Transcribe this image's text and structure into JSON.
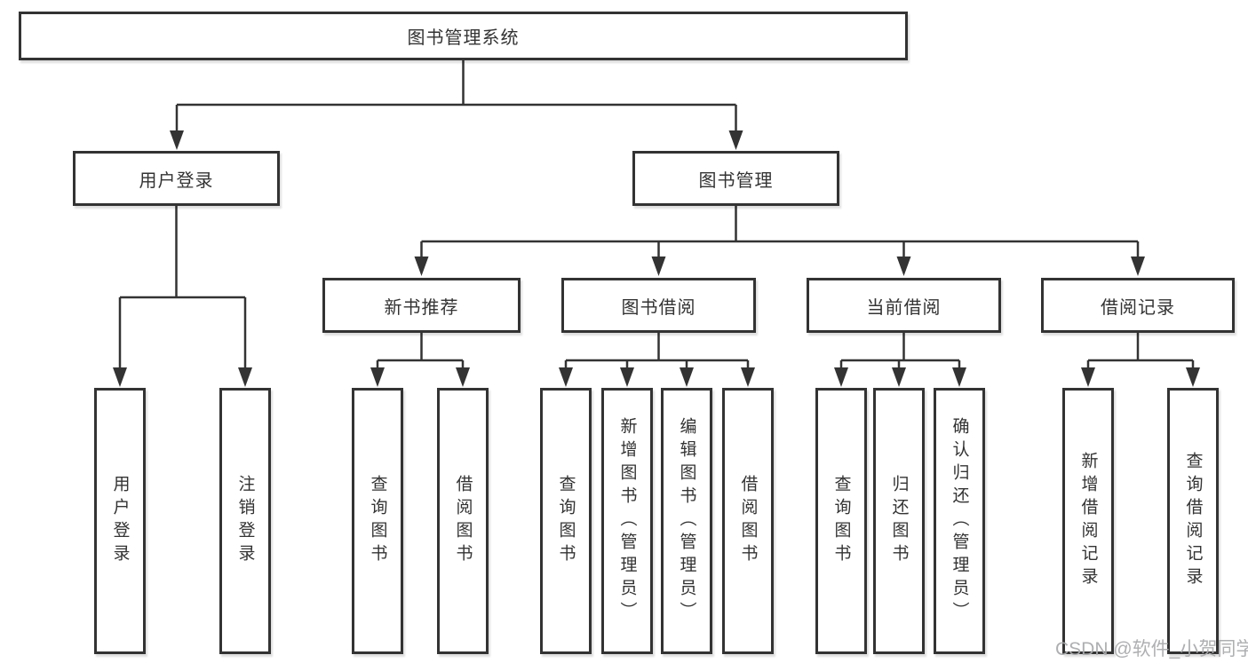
{
  "nodes": {
    "root": "图书管理系统",
    "user_login": "用户登录",
    "book_management": "图书管理",
    "new_book_recommend": "新书推荐",
    "book_borrowing": "图书借阅",
    "current_borrowing": "当前借阅",
    "borrowing_records": "借阅记录",
    "leaf_user_login": "用户登录",
    "leaf_logout_login": "注销登录",
    "rec_query_books": "查询图书",
    "rec_borrow_books": "借阅图书",
    "bb_query_books": "查询图书",
    "bb_add_books_admin": "新增图书（管理员）",
    "bb_edit_books_admin": "编辑图书（管理员）",
    "bb_borrow_books": "借阅图书",
    "cb_query_books": "查询图书",
    "cb_return_books": "归还图书",
    "cb_confirm_return_admin": "确认归还（管理员）",
    "br_add_record": "新增借阅记录",
    "br_query_record": "查询借阅记录"
  },
  "watermark": "CSDN @软件_小贺同学",
  "colors": {
    "line": "#333333",
    "box_border": "#333333",
    "text": "#333333",
    "watermark": "#aaabad",
    "background": "#ffffff"
  }
}
